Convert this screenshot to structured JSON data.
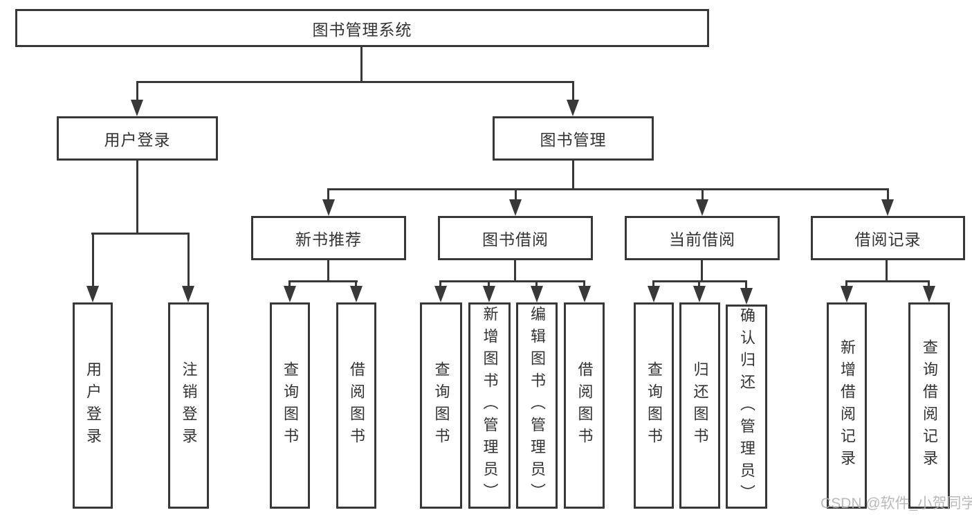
{
  "tree": {
    "root": {
      "label": "图书管理系统",
      "children": [
        {
          "label": "用户登录",
          "children": [
            {
              "label": "用户登录"
            },
            {
              "label": "注销登录"
            }
          ]
        },
        {
          "label": "图书管理",
          "children": [
            {
              "label": "新书推荐",
              "children": [
                {
                  "label": "查询图书"
                },
                {
                  "label": "借阅图书"
                }
              ]
            },
            {
              "label": "图书借阅",
              "children": [
                {
                  "label": "查询图书"
                },
                {
                  "label": "新增图书（管理员）"
                },
                {
                  "label": "编辑图书（管理员）"
                },
                {
                  "label": "借阅图书"
                }
              ]
            },
            {
              "label": "当前借阅",
              "children": [
                {
                  "label": "查询图书"
                },
                {
                  "label": "归还图书"
                },
                {
                  "label": "确认归还（管理员）"
                }
              ]
            },
            {
              "label": "借阅记录",
              "children": [
                {
                  "label": "新增借阅记录"
                },
                {
                  "label": "查询借阅记录"
                }
              ]
            }
          ]
        }
      ]
    }
  },
  "watermark": {
    "text": "CSDN @软件_小贺同学"
  },
  "colors": {
    "line": "#383838",
    "box_border": "#383838",
    "text": "#333333",
    "background": "#ffffff",
    "watermark": "#b2b2b2"
  }
}
